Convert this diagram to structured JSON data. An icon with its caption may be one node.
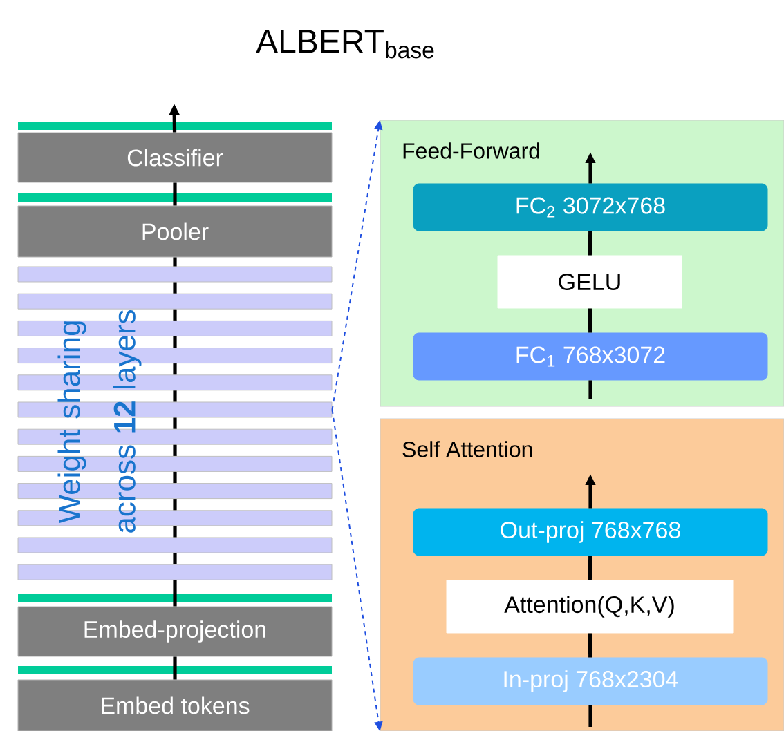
{
  "diagram": {
    "title": "ALBERT$_{base}$",
    "nodes": [
      {
        "text": [
          "Classifier"
        ]
      },
      {
        "text": [
          "Pooler"
        ]
      },
      {
        "text": [],
        "shape": "bar"
      },
      {
        "text": [],
        "shape": "bar"
      },
      {
        "text": [],
        "shape": "bar"
      },
      {
        "text": [],
        "shape": "bar"
      },
      {
        "text": [],
        "shape": "bar"
      },
      {
        "text": [],
        "shape": "bar"
      },
      {
        "text": [],
        "shape": "bar"
      },
      {
        "text": [],
        "shape": "bar"
      },
      {
        "text": [],
        "shape": "bar"
      },
      {
        "text": [],
        "shape": "bar"
      },
      {
        "text": [],
        "shape": "bar"
      },
      {
        "text": [],
        "shape": "bar"
      },
      {
        "text": [
          "Embed-projection"
        ]
      },
      {
        "text": [
          "Embed tokens"
        ]
      },
      {
        "text": [
          "Feed-Forward"
        ]
      },
      {
        "text": [
          "FC$_{2}$ 3072x768"
        ],
        "in": 16
      },
      {
        "text": [
          "GELU"
        ],
        "in": 16
      },
      {
        "text": [
          "FC$_{1}$ 768x3072"
        ],
        "in": 16
      },
      {
        "text": [
          "Self Attention"
        ]
      },
      {
        "text": [
          "Out-proj 768x768"
        ],
        "in": 20
      },
      {
        "text": [
          "Attention(Q,K,V)"
        ],
        "in": 20
      },
      {
        "text": [
          "In-proj 768x2304"
        ],
        "in": 20
      }
    ],
    "edges": [
      {
        "from": 15,
        "to": 14,
        "arrow": "none"
      },
      {
        "from": 14,
        "to": 13,
        "arrow": "none"
      },
      {
        "from": 13,
        "to": 12,
        "arrow": "none"
      },
      {
        "from": 12,
        "to": 11,
        "arrow": "none"
      },
      {
        "from": 11,
        "to": 10,
        "arrow": "none"
      },
      {
        "from": 10,
        "to": 9,
        "arrow": "none"
      },
      {
        "from": 9,
        "to": 8,
        "arrow": "none"
      },
      {
        "from": 8,
        "to": 7,
        "arrow": "none"
      },
      {
        "from": 7,
        "to": 6,
        "arrow": "none"
      },
      {
        "from": 6,
        "to": 5,
        "arrow": "none"
      },
      {
        "from": 5,
        "to": 4,
        "arrow": "none"
      },
      {
        "from": 4,
        "to": 3,
        "arrow": "none"
      },
      {
        "from": 3,
        "to": 2,
        "arrow": "none"
      },
      {
        "from": 2,
        "to": 1,
        "arrow": "none"
      },
      {
        "from": 1,
        "to": 0,
        "arrow": "none"
      },
      {
        "from": 0,
        "to": null,
        "arrow": "to"
      },
      {
        "from": null,
        "to": 19,
        "arrow": "none"
      },
      {
        "from": 19,
        "to": 18,
        "arrow": "none"
      },
      {
        "from": 18,
        "to": 17,
        "arrow": "none"
      },
      {
        "from": 17,
        "to": null,
        "arrow": "to"
      },
      {
        "from": null,
        "to": 23,
        "arrow": "none"
      },
      {
        "from": 23,
        "to": 22,
        "arrow": "none"
      },
      {
        "from": 22,
        "to": 21,
        "arrow": "none"
      },
      {
        "from": 21,
        "to": null,
        "arrow": "to"
      },
      {
        "from": 7,
        "to": 16,
        "arrow": "to",
        "style": "dashed",
        "color": "#1f4fe0"
      },
      {
        "from": 7,
        "to": 20,
        "arrow": "to",
        "style": "dashed",
        "color": "#1f4fe0"
      }
    ],
    "labels": [
      "Weight sharing across **12** layers"
    ]
  }
}
